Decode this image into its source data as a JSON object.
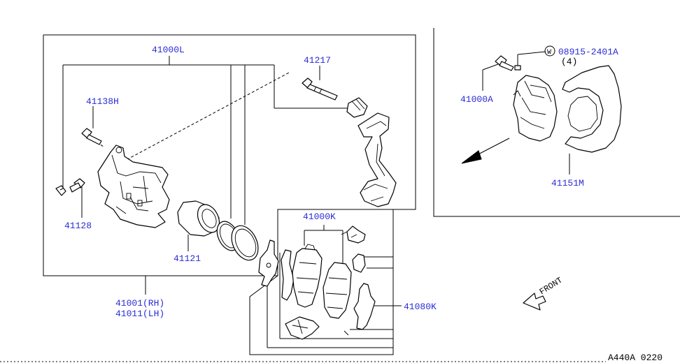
{
  "labels": {
    "caliper_assy": "41000L",
    "pin_bolt": "41217",
    "bolt_h": "41138H",
    "bleeder": "41128",
    "piston": "41121",
    "assy_rh": "41001(RH)",
    "assy_lh": "41011(LH)",
    "pad_kit": "41000K",
    "shim_kit": "41080K",
    "caliper_detail": "41000A",
    "washer_code": "W",
    "washer_part": "08915-2401A",
    "washer_qty": "(4)",
    "baffle": "41151M",
    "front": "FRONT",
    "diagram_code": "A440A 0220"
  }
}
